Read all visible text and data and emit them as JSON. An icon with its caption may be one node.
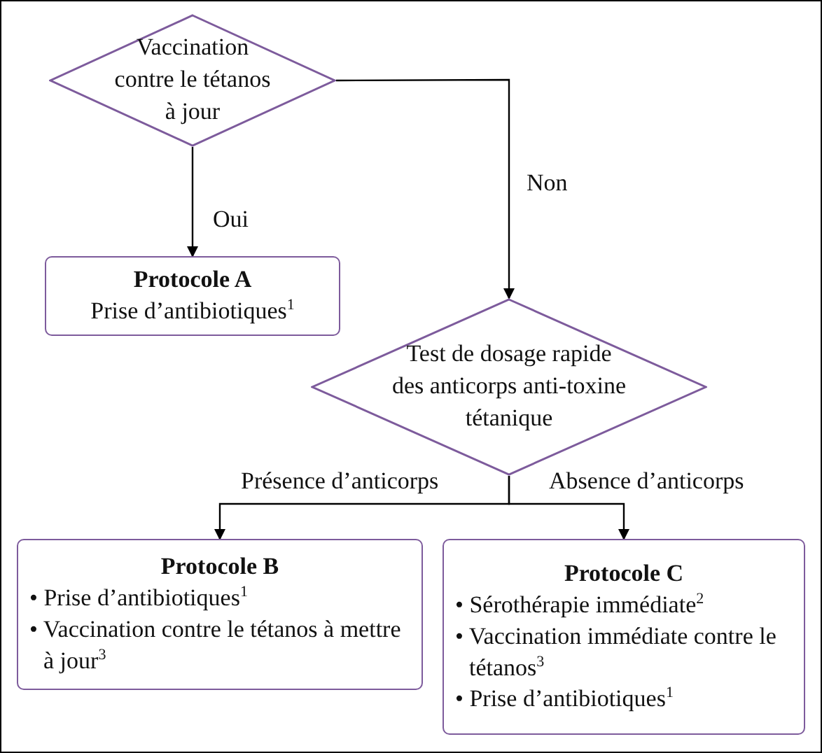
{
  "diagram": {
    "nodes": [
      {
        "text": [
          "Vaccination contre le tétanos à jour"
        ]
      },
      {
        "text": [
          "Protocole A",
          "Prise d’antibiotiques$^{1}$"
        ]
      },
      {
        "text": [
          "Test de dosage rapide des anticorps anti-toxine tétanique"
        ]
      },
      {
        "text": [
          "Protocole B",
          "• Prise d’antibiotiques$^{1}$",
          "• Vaccination contre le tétanos à mettre à jour$^{3}$"
        ]
      },
      {
        "text": [
          "Protocole C",
          "• Sérothérapie immédiate$^{2}$",
          "• Vaccination immédiate contre le tétanos$^{3}$",
          "• Prise d’antibiotiques$^{1}$"
        ]
      }
    ],
    "edges": [
      {
        "from": 0,
        "to": 1,
        "arrow": "to",
        "label": "Oui"
      },
      {
        "from": 0,
        "to": 2,
        "arrow": "to",
        "label": "Non"
      },
      {
        "from": 2,
        "to": 3,
        "arrow": "to",
        "label": "Présence d’anticorps"
      },
      {
        "from": 2,
        "to": 4,
        "arrow": "to",
        "label": "Absence d’anticorps"
      }
    ]
  }
}
